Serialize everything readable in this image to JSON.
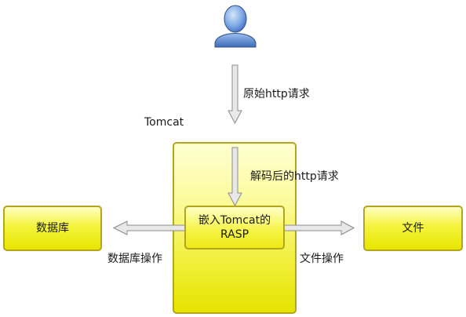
{
  "diagram": {
    "user": {
      "icon": "user-icon"
    },
    "labels": {
      "raw_request": "原始http请求",
      "tomcat": "Tomcat",
      "decoded_request": "解码后的http请求",
      "db_operation": "数据库操作",
      "file_operation": "文件操作"
    },
    "boxes": {
      "database": "数据库",
      "file": "文件",
      "rasp_line1": "嵌入Tomcat的",
      "rasp_line2": "RASP"
    },
    "colors": {
      "box_fill": "#f1ef3a",
      "box_border": "#b3a51c",
      "arrow_fill": "#e8e8e8",
      "arrow_stroke": "#8c8c8c",
      "user_blue": "#5b8fd6"
    }
  }
}
